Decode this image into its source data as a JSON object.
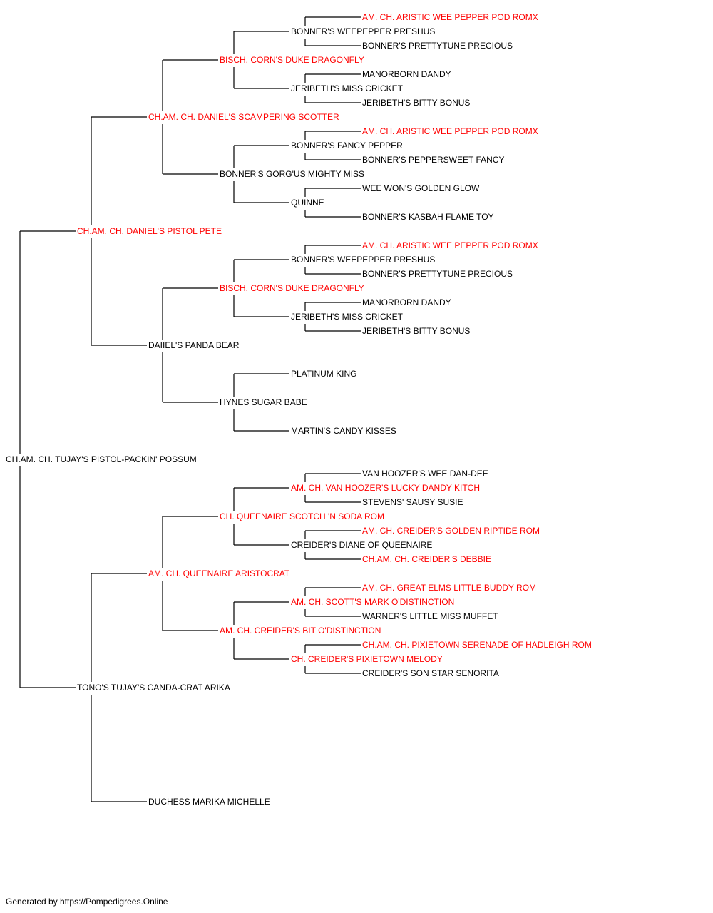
{
  "colors": {
    "champion": "#ff0000",
    "normal": "#000000",
    "line": "#000000"
  },
  "pedigree": {
    "name": "CH.AM. CH. TUJAY'S PISTOL-PACKIN' POSSUM",
    "champion": false,
    "sire": {
      "name": "CH.AM. CH. DANIEL'S PISTOL PETE",
      "champion": true,
      "sire": {
        "name": "CH.AM. CH. DANIEL'S SCAMPERING SCOTTER",
        "champion": true,
        "sire": {
          "name": "BISCH. CORN'S DUKE DRAGONFLY",
          "champion": true,
          "sire": {
            "name": "BONNER'S WEEPEPPER PRESHUS",
            "champion": false,
            "sire": {
              "name": "AM. CH. ARISTIC WEE PEPPER POD ROMX",
              "champion": true
            },
            "dam": {
              "name": "BONNER'S PRETTYTUNE PRECIOUS",
              "champion": false
            }
          },
          "dam": {
            "name": "JERIBETH'S MISS CRICKET",
            "champion": false,
            "sire": {
              "name": "MANORBORN DANDY",
              "champion": false
            },
            "dam": {
              "name": "JERIBETH'S BITTY BONUS",
              "champion": false
            }
          }
        },
        "dam": {
          "name": "BONNER'S GORG'US MIGHTY MISS",
          "champion": false,
          "sire": {
            "name": "BONNER'S FANCY PEPPER",
            "champion": false,
            "sire": {
              "name": "AM. CH. ARISTIC WEE PEPPER POD ROMX",
              "champion": true
            },
            "dam": {
              "name": "BONNER'S PEPPERSWEET FANCY",
              "champion": false
            }
          },
          "dam": {
            "name": "QUINNE",
            "champion": false,
            "sire": {
              "name": "WEE WON'S GOLDEN GLOW",
              "champion": false
            },
            "dam": {
              "name": "BONNER'S KASBAH FLAME TOY",
              "champion": false
            }
          }
        }
      },
      "dam": {
        "name": "DAIIEL'S PANDA BEAR",
        "champion": false,
        "sire": {
          "name": "BISCH. CORN'S DUKE DRAGONFLY",
          "champion": true,
          "sire": {
            "name": "BONNER'S WEEPEPPER PRESHUS",
            "champion": false,
            "sire": {
              "name": "AM. CH. ARISTIC WEE PEPPER POD ROMX",
              "champion": true
            },
            "dam": {
              "name": "BONNER'S PRETTYTUNE PRECIOUS",
              "champion": false
            }
          },
          "dam": {
            "name": "JERIBETH'S MISS CRICKET",
            "champion": false,
            "sire": {
              "name": "MANORBORN DANDY",
              "champion": false
            },
            "dam": {
              "name": "JERIBETH'S BITTY BONUS",
              "champion": false
            }
          }
        },
        "dam": {
          "name": "HYNES SUGAR BABE",
          "champion": false,
          "sire": {
            "name": "PLATINUM KING",
            "champion": false
          },
          "dam": {
            "name": "MARTIN'S CANDY KISSES",
            "champion": false
          }
        }
      }
    },
    "dam": {
      "name": "TONO'S TUJAY'S CANDA-CRAT ARIKA",
      "champion": false,
      "sire": {
        "name": "AM. CH. QUEENAIRE ARISTOCRAT",
        "champion": true,
        "sire": {
          "name": "CH. QUEENAIRE SCOTCH 'N SODA ROM",
          "champion": true,
          "sire": {
            "name": "AM. CH. VAN HOOZER'S LUCKY DANDY KITCH",
            "champion": true,
            "sire": {
              "name": "VAN HOOZER'S WEE DAN-DEE",
              "champion": false
            },
            "dam": {
              "name": "STEVENS' SAUSY SUSIE",
              "champion": false
            }
          },
          "dam": {
            "name": "CREIDER'S DIANE OF QUEENAIRE",
            "champion": false,
            "sire": {
              "name": "AM. CH. CREIDER'S GOLDEN RIPTIDE ROM",
              "champion": true
            },
            "dam": {
              "name": "CH.AM. CH. CREIDER'S DEBBIE",
              "champion": true
            }
          }
        },
        "dam": {
          "name": "AM. CH. CREIDER'S BIT O'DISTINCTION",
          "champion": true,
          "sire": {
            "name": "AM. CH. SCOTT'S MARK O'DISTINCTION",
            "champion": true,
            "sire": {
              "name": "AM. CH. GREAT ELMS LITTLE BUDDY ROM",
              "champion": true
            },
            "dam": {
              "name": "WARNER'S LITTLE MISS MUFFET",
              "champion": false
            }
          },
          "dam": {
            "name": "CH. CREIDER'S PIXIETOWN MELODY",
            "champion": true,
            "sire": {
              "name": "CH.AM. CH. PIXIETOWN SERENADE OF HADLEIGH ROM",
              "champion": true
            },
            "dam": {
              "name": "CREIDER'S SON STAR SENORITA",
              "champion": false
            }
          }
        }
      },
      "dam": {
        "name": "DUCHESS MARIKA MICHELLE",
        "champion": false
      }
    }
  },
  "footer": {
    "text": "Generated by https://Pompedigrees.Online"
  }
}
